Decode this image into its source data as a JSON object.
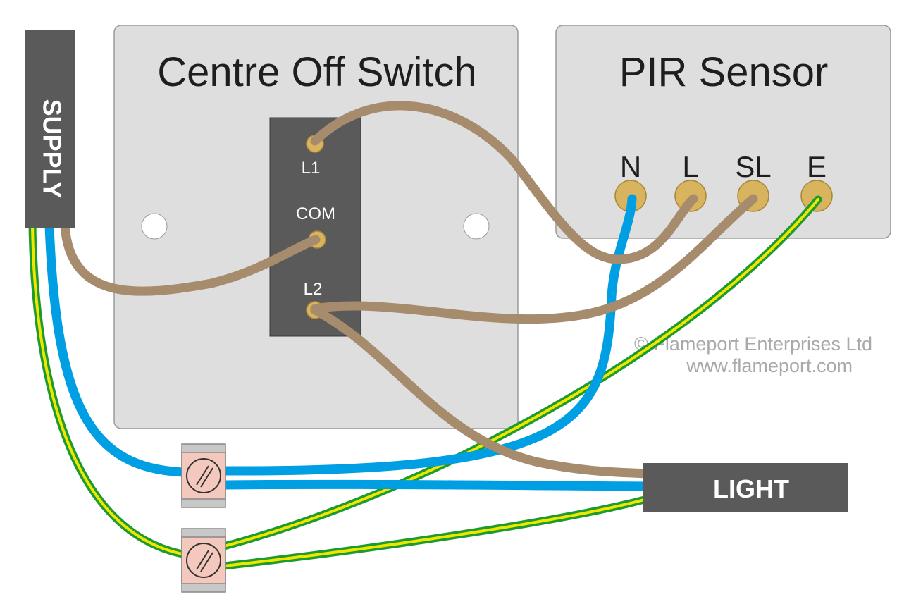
{
  "switch_panel": {
    "title": "Centre Off Switch",
    "terminals": {
      "l1": "L1",
      "com": "COM",
      "l2": "L2"
    }
  },
  "pir_sensor": {
    "title": "PIR Sensor",
    "terminals": {
      "n": "N",
      "l": "L",
      "sl": "SL",
      "e": "E"
    }
  },
  "supply": {
    "label": "SUPPLY"
  },
  "light": {
    "label": "LIGHT"
  },
  "credit": {
    "line1": "© Flameport Enterprises Ltd",
    "line2": "www.flameport.com"
  },
  "colors": {
    "plate": "#dedede",
    "plate_border": "#9a9a9a",
    "switch_body": "#5a5a5a",
    "terminal_brass": "#d8b45e",
    "live_wire": "#a68b6c",
    "neutral_wire": "#009fe3",
    "earth_green": "#1c9b2f",
    "earth_yellow": "#f2e600",
    "connector_body": "#f4c8bd"
  }
}
